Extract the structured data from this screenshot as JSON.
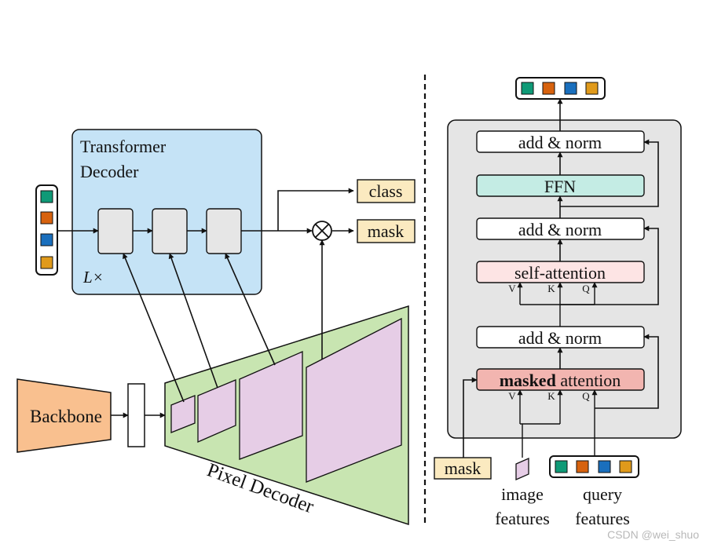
{
  "left": {
    "transformer_title_line1": "Transformer",
    "transformer_title_line2": "Decoder",
    "repeat_label": "L×",
    "class_label": "class",
    "mask_label": "mask",
    "backbone_label": "Backbone",
    "pixel_decoder_label": "Pixel Decoder"
  },
  "right": {
    "layers": [
      "add & norm",
      "FFN",
      "add & norm",
      "self-attention",
      "add & norm",
      "attention"
    ],
    "masked_word": "masked",
    "self_attn_inputs": [
      "V",
      "K",
      "Q"
    ],
    "masked_attn_inputs": [
      "V",
      "K",
      "Q"
    ],
    "mask_input_label": "mask",
    "image_features_line1": "image",
    "image_features_line2": "features",
    "query_features_line1": "query",
    "query_features_line2": "features"
  },
  "token_colors": [
    "#0f9a77",
    "#d7620e",
    "#1a6fbd",
    "#e09a1b"
  ],
  "colors": {
    "transformer_bg": "#c5e3f6",
    "pixel_decoder_bg": "#c8e5b1",
    "feature_map": "#e6cde6",
    "backbone": "#f9c08f",
    "output_label": "#fbeac0",
    "ffn": "#c4ece4",
    "self_attention": "#fde4e4",
    "masked_attention": "#f2b5b0",
    "decoder_layer_bg": "#e5e5e5"
  },
  "watermark": "CSDN @wei_shuo"
}
